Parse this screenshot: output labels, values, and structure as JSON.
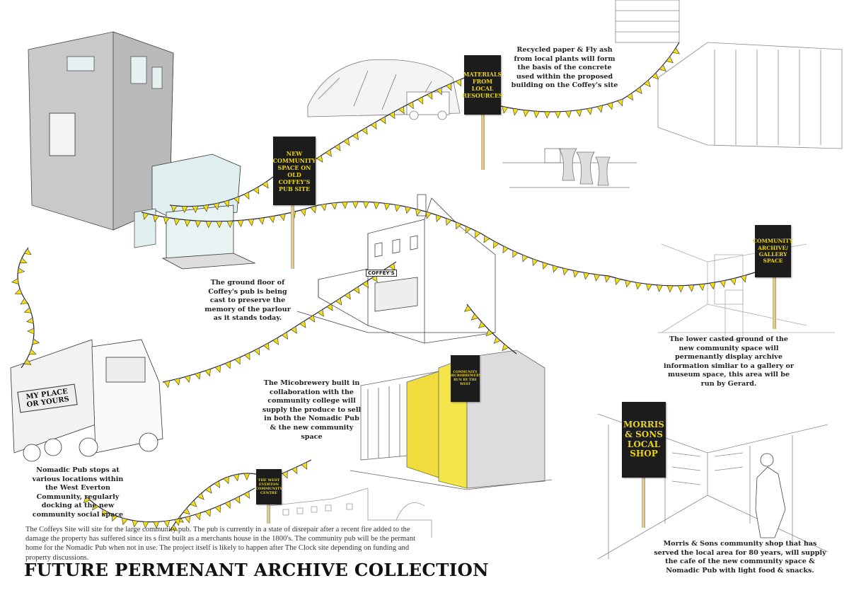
{
  "title": "FUTURE PERMENANT ARCHIVE COLLECTION",
  "body_text": "The Coffeys Site will site for the large community pub. The pub is currently in a state of disrepair after a recent fire added to the damage the property has suffered since its s first built as a merchants house in the 1800's. The community pub will be the permant home for the Nomadic Pub when not in use. The project itself is likely to happen after The Clock site depending on funding and property discussions.",
  "signs": {
    "materials": "MATERIALS FROM LOCAL RESOURCES",
    "new_space": "NEW COMMUNITY SPACE ON OLD COFFEY'S PUB SITE",
    "archive": "COMMUNITY ARCHIVE/ GALLERY SPACE",
    "microbrewery": "COMMUNITY MICROBREWERY RUN BY THE WEST",
    "centre": "THE WEST EVERTON COMMUNITY CENTRE",
    "shop": "MORRIS & SONS LOCAL SHOP"
  },
  "captions": {
    "recycled": "Recycled paper & Fly ash from local plants will form the basis of the concrete used within the proposed building on the Coffey's site",
    "ground_floor": "The ground floor of Coffey's pub is being cast to preserve the memory of the parlour as it stands today.",
    "lower_ground": "The lower casted ground of the new community space will permenantly display archive information simliar to a gallery or museum space, this area will be run by Gerard.",
    "microbrewery": "The Micobrewery built in collaboration with the community college will supply the produce to sell in both the Nomadic Pub & the new community space",
    "nomadic": "Nomadic Pub stops at various locations within the West Everton Community, regularly docking at the new community social space",
    "morris": "Morris & Sons community shop that has served the local area for 80 years, will supply the cafe of the new community space & Nomadic Pub with light food & snacks."
  },
  "truck_logo": "MY PLACE OR YOURS",
  "pub_name": "COFFEY'S",
  "colors": {
    "bunting": "#f2dc1e",
    "sign_bg": "#1c1c1c",
    "sign_text": "#e8d21a",
    "brewery": "#f0dc3c"
  }
}
